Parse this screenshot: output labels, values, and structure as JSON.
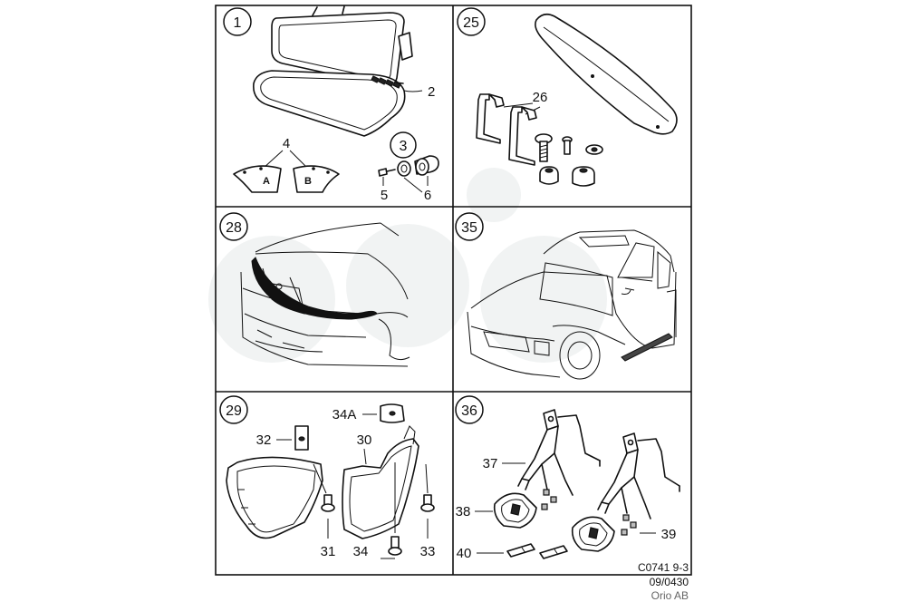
{
  "panels": [
    {
      "id": "1",
      "parts": [
        "2",
        "3",
        "4",
        "5",
        "6"
      ],
      "letters": [
        "A",
        "B"
      ]
    },
    {
      "id": "25",
      "parts": [
        "26"
      ]
    },
    {
      "id": "28",
      "parts": []
    },
    {
      "id": "35",
      "parts": []
    },
    {
      "id": "29",
      "parts": [
        "34A",
        "32",
        "30",
        "31",
        "34",
        "33"
      ]
    },
    {
      "id": "36",
      "parts": [
        "37",
        "38",
        "39",
        "40"
      ]
    }
  ],
  "footer": {
    "code": "C0741 9-3",
    "date": "09/0430",
    "brand": "Orio AB"
  },
  "colors": {
    "line": "#111111",
    "watermark": "#f1f3f3",
    "background": "#ffffff"
  }
}
